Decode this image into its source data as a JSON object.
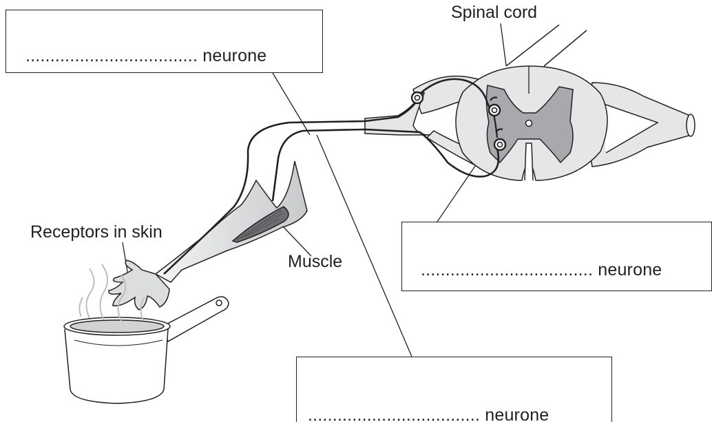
{
  "labels": {
    "spinal_cord": "Spinal cord",
    "receptors": "Receptors in skin",
    "muscle": "Muscle"
  },
  "answer_boxes": {
    "top": "................................... neurone",
    "right": "................................... neurone",
    "bottom": "................................... neurone"
  },
  "colors": {
    "line": "#231f20",
    "white_matter": "#e6e6e6",
    "grey_matter": "#a7a9ac",
    "arm": "#dcdddf"
  }
}
